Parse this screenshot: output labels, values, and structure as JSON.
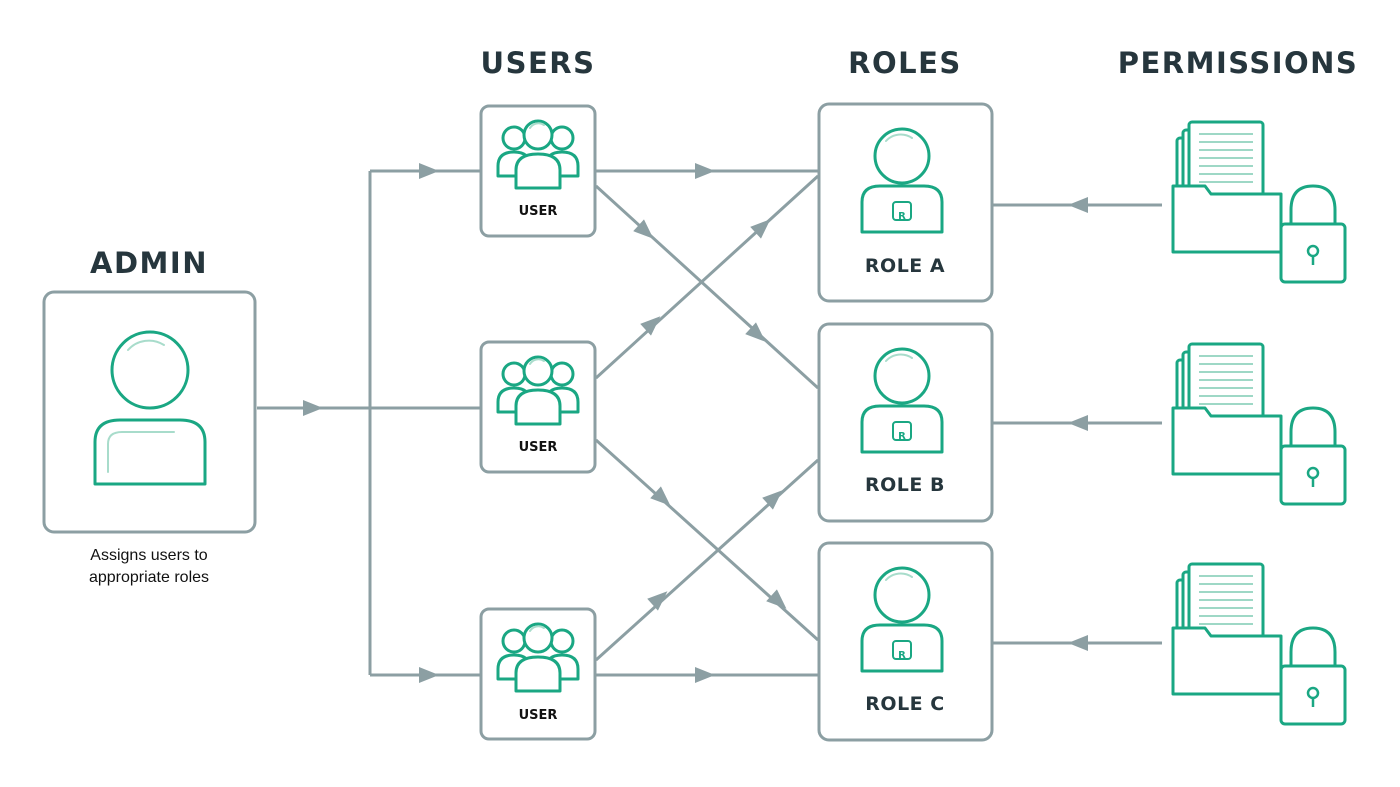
{
  "columns": {
    "admin": "ADMIN",
    "users": "USERS",
    "roles": "ROLES",
    "permissions": "PERMISSIONS"
  },
  "admin": {
    "caption_line1": "Assigns users to",
    "caption_line2": "appropriate roles"
  },
  "users": [
    {
      "label": "USER"
    },
    {
      "label": "USER"
    },
    {
      "label": "USER"
    }
  ],
  "roles": [
    {
      "label": "ROLE A",
      "badge": "R"
    },
    {
      "label": "ROLE B",
      "badge": "R"
    },
    {
      "label": "ROLE C",
      "badge": "R"
    }
  ],
  "colors": {
    "accent": "#1aa783",
    "accent_light": "#a8dccb",
    "border": "#8c9fa3",
    "title": "#26363d"
  },
  "icons": {
    "admin": "admin-person-icon",
    "user": "user-group-icon",
    "role": "role-person-badge-icon",
    "permission": "document-folder-lock-icon"
  }
}
